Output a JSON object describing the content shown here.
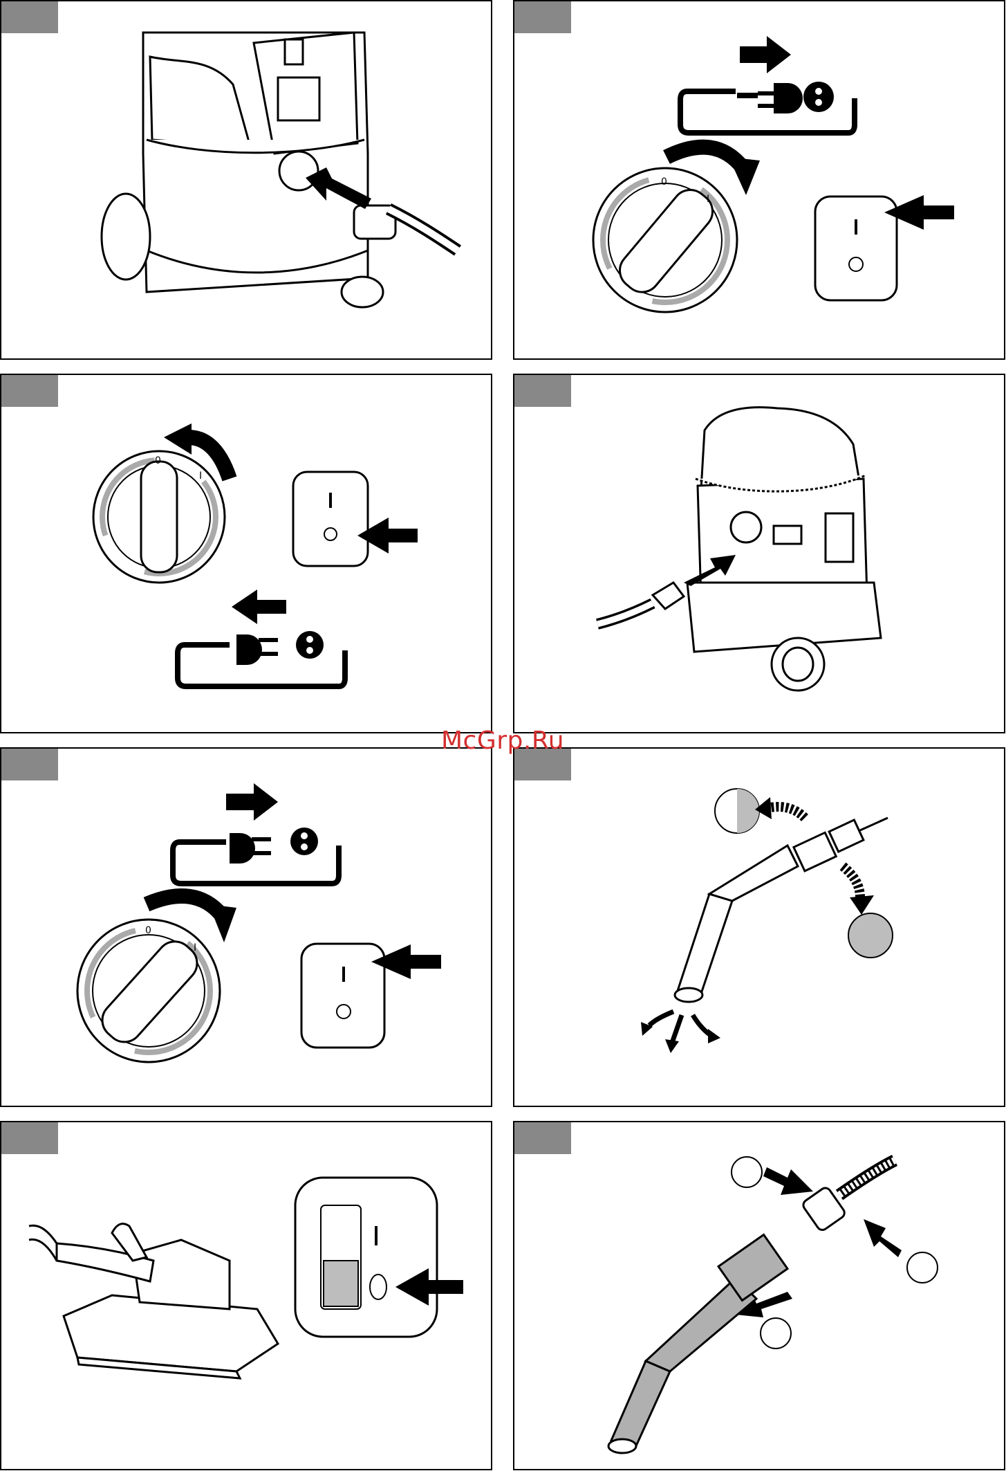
{
  "watermark": "McGrp.Ru",
  "colors": {
    "tab": "#888888",
    "accent_gray": "#aaaaaa",
    "watermark": "#d32f2f",
    "ink": "#000000"
  },
  "dial": {
    "off_mark": "0",
    "on_mark": "I"
  },
  "switch": {
    "on_mark": "I",
    "off_mark": "O"
  },
  "panels": [
    {
      "id": 1,
      "icons": [
        "vacuum-cleaner-icon",
        "hose-icon",
        "arrow-icon"
      ]
    },
    {
      "id": 2,
      "icons": [
        "power-plug-icon",
        "socket-icon",
        "rotary-dial-icon",
        "power-switch-icon"
      ]
    },
    {
      "id": 3,
      "icons": [
        "rotary-dial-icon",
        "power-switch-icon",
        "power-plug-icon",
        "socket-icon"
      ]
    },
    {
      "id": 4,
      "icons": [
        "vacuum-cleaner-icon",
        "hose-icon",
        "arrow-icon"
      ]
    },
    {
      "id": 5,
      "icons": [
        "power-plug-icon",
        "socket-icon",
        "rotary-dial-icon",
        "power-switch-icon"
      ]
    },
    {
      "id": 6,
      "icons": [
        "suction-tube-icon",
        "airflow-icon"
      ]
    },
    {
      "id": 7,
      "icons": [
        "power-tool-icon",
        "power-switch-icon"
      ]
    },
    {
      "id": 8,
      "icons": [
        "suction-tube-icon",
        "hose-icon",
        "arrow-icon"
      ]
    }
  ]
}
